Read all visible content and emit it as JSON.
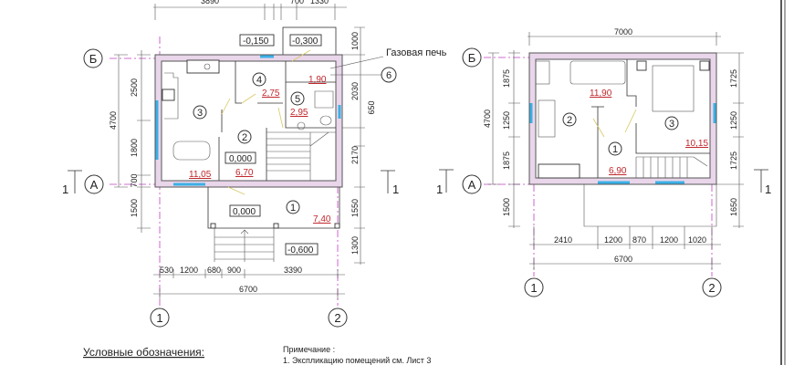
{
  "colors": {
    "area": "#c0282d",
    "axis": "#c040c0",
    "window": "#3ab0e6",
    "wall": "#e9d6ea"
  },
  "plan1": {
    "axes": {
      "b": "Б",
      "a": "А",
      "n1": "1",
      "n2": "2"
    },
    "section_mark": "1",
    "top_dims": [
      "3890",
      "700",
      "1330"
    ],
    "left_dims": [
      "2500",
      "1800",
      "700",
      "1500"
    ],
    "left_total": "4700",
    "right_dims": [
      "1000",
      "2030",
      "650",
      "2170",
      "1550",
      "1300"
    ],
    "bottom_dims": [
      "530",
      "1200",
      "680",
      "900",
      "3390"
    ],
    "bottom_total": "6700",
    "levels": [
      "-0,150",
      "-0,300",
      "0,000",
      "0,000",
      "-0,600"
    ],
    "rooms": [
      {
        "num": "1",
        "area": "7,40"
      },
      {
        "num": "2",
        "area": "6,70"
      },
      {
        "num": "3",
        "area": "11,05"
      },
      {
        "num": "4",
        "area": "2,75"
      },
      {
        "num": "5",
        "area": "2,95"
      },
      {
        "num": "6",
        "area": "1,90"
      }
    ],
    "callout": "Газовая печь"
  },
  "plan2": {
    "axes": {
      "b": "Б",
      "a": "А",
      "n1": "1",
      "n2": "2"
    },
    "section_mark": "1",
    "top_total": "7000",
    "left_dims": [
      "1875",
      "1250",
      "1875",
      "1500"
    ],
    "left_total": "4700",
    "right_dims": [
      "1725",
      "1250",
      "1725",
      "1650"
    ],
    "bottom_dims": [
      "2410",
      "1200",
      "870",
      "1200",
      "1020"
    ],
    "bottom_total": "6700",
    "rooms": [
      {
        "num": "1",
        "area": "6,90"
      },
      {
        "num": "2",
        "area": "11,90"
      },
      {
        "num": "3",
        "area": "10,15"
      }
    ]
  },
  "legend_title": "Условные обозначения:",
  "note": {
    "title": "Примечание :",
    "line1": "1. Экспликацию помещений см. Лист 3"
  }
}
